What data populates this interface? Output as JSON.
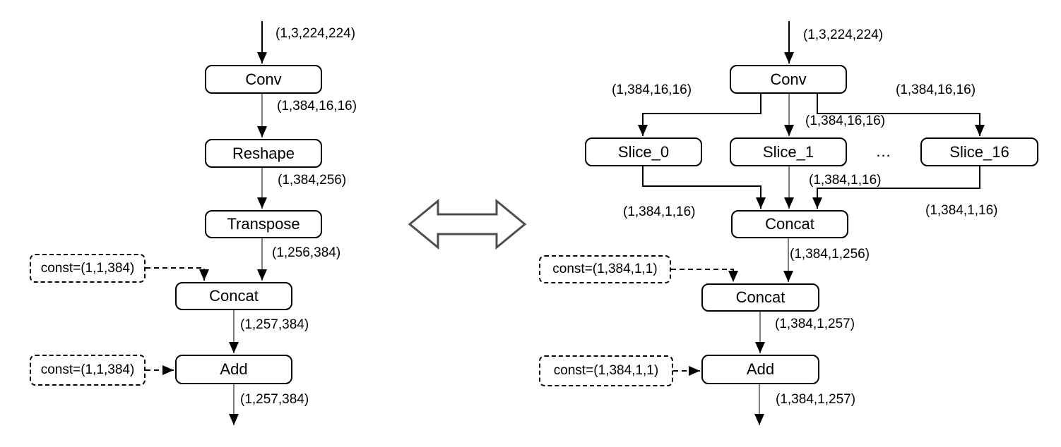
{
  "diagram": {
    "description_left_to_right": "equivalence between two tensor graphs",
    "left_graph": {
      "input_label": "(1,3,224,224)",
      "nodes": {
        "conv": "Conv",
        "reshape": "Reshape",
        "transpose": "Transpose",
        "concat": "Concat",
        "add": "Add"
      },
      "edge_labels": {
        "conv_out": "(1,384,16,16)",
        "reshape_out": "(1,384,256)",
        "transpose_out": "(1,256,384)",
        "concat_out": "(1,257,384)",
        "add_out": "(1,257,384)"
      },
      "const_boxes": {
        "concat_const": "const=(1,1,384)",
        "add_const": "const=(1,1,384)"
      }
    },
    "right_graph": {
      "input_label": "(1,3,224,224)",
      "nodes": {
        "conv": "Conv",
        "slice_0": "Slice_0",
        "slice_1": "Slice_1",
        "slice_16": "Slice_16",
        "concat_1": "Concat",
        "concat_2": "Concat",
        "add": "Add"
      },
      "ellipsis": "...",
      "edge_labels": {
        "conv_out_left": "(1,384,16,16)",
        "conv_out_center": "(1,384,16,16)",
        "conv_out_right": "(1,384,16,16)",
        "slice_out_left": "(1,384,1,16)",
        "slice_out_center": "(1,384,1,16)",
        "slice_out_right": "(1,384,1,16)",
        "concat_1_out": "(1,384,1,256)",
        "concat_2_out": "(1,384,1,257)",
        "add_out": "(1,384,1,257)"
      },
      "const_boxes": {
        "concat_const": "const=(1,384,1,1)",
        "add_const": "const=(1,384,1,1)"
      }
    },
    "colors": {
      "background": "#ffffff",
      "node_border": "#000000",
      "edge_gray": "#808080",
      "edge_black": "#000000",
      "arrowhead": "#000000",
      "equivalence_arrow_outline": "#4d4d4d",
      "equivalence_arrow_fill": "#ffffff"
    }
  }
}
